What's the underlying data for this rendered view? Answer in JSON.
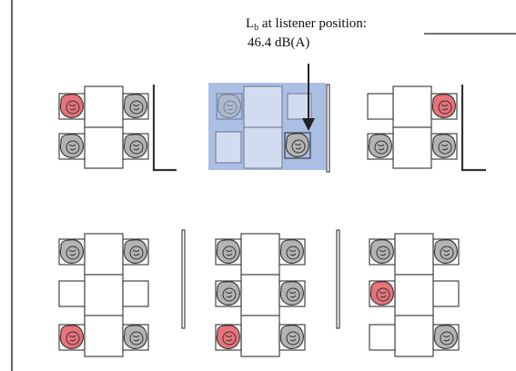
{
  "annotation": {
    "symbol": "L",
    "subscript": "b",
    "line1_rest": " at listener position:",
    "line2": "46.4 dB(A)"
  },
  "colors": {
    "occupied_head": "#e8737a",
    "unoccupied_head": "#b3b3b3",
    "highlight": "#8faadc",
    "stroke": "#333333"
  },
  "pods": [
    {
      "id": "top-left",
      "seats": [
        "active",
        "idle",
        "idle",
        "idle"
      ]
    },
    {
      "id": "top-middle",
      "seats": [
        "idle",
        "none",
        "none",
        "idle"
      ],
      "highlighted": true,
      "listener": "seat-4"
    },
    {
      "id": "top-right",
      "seats": [
        "none",
        "active",
        "idle",
        "idle"
      ]
    },
    {
      "id": "bottom-left",
      "seats": [
        "idle",
        "idle",
        "none",
        "none",
        "active",
        "idle"
      ]
    },
    {
      "id": "bottom-middle",
      "seats": [
        "idle",
        "idle",
        "idle",
        "idle",
        "active",
        "idle"
      ]
    },
    {
      "id": "bottom-right",
      "seats": [
        "idle",
        "idle",
        "active",
        "none",
        "none",
        "idle"
      ]
    }
  ]
}
